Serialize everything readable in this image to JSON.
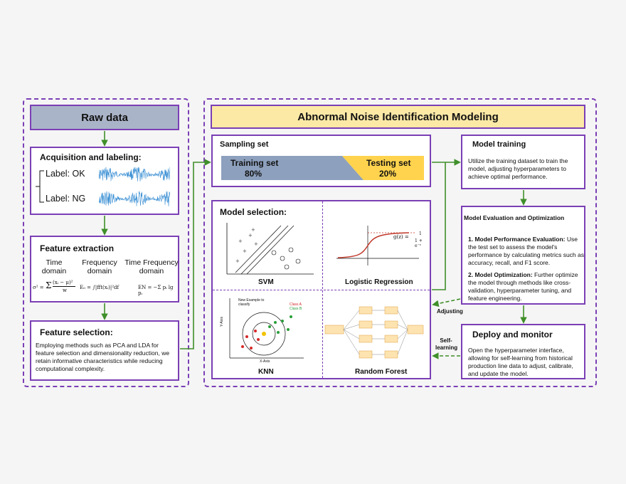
{
  "left": {
    "raw_data_title": "Raw data",
    "acquisition": {
      "title": "Acquisition and labeling:",
      "label_ok": "Label:  OK",
      "label_ng": "Label:  NG"
    },
    "feature_extraction": {
      "title": "Feature extraction",
      "col1": "Time domain",
      "col2": "Frequency domain",
      "col3": "Time Frequency domain",
      "formula1_lhs": "σ² =",
      "formula1_frac": "(xᵢ − μ)²",
      "formula1_den": "w",
      "formula2": "E₀ = ∫|fft(xᵢ)|²df",
      "formula3": "EN = −Σ pᵢ lg pᵢ"
    },
    "feature_selection": {
      "title": "Feature selection:",
      "text": "Employing methods such as PCA and LDA for feature selection and dimensionality reduction, we retain informative characteristics while reducing computational complexity."
    }
  },
  "right": {
    "title": "Abnormal Noise Identification Modeling",
    "sampling": {
      "title": "Sampling set",
      "training_label": "Training set",
      "training_pct": "80%",
      "testing_label": "Testing set",
      "testing_pct": "20%"
    },
    "model_selection": {
      "title": "Model selection:",
      "svm": "SVM",
      "logreg": "Logistic Regression",
      "knn": "KNN",
      "rf": "Random Forest",
      "logreg_formula": "g(z) =",
      "logreg_formula_num": "1",
      "logreg_formula_den": "1 + e⁻ᶻ",
      "knn_new_example": "New Example to classify",
      "knn_class_a": "Class A",
      "knn_class_b": "Class B",
      "knn_x_axis": "X-Axis",
      "knn_y_axis": "Y-Axis"
    },
    "model_training": {
      "title": "Model training",
      "text": "Utilize the training dataset to train the model, adjusting hyperparameters to achieve optimal performance."
    },
    "evaluation": {
      "title": "Model Evaluation and Optimization",
      "p1_bold": "1. Model Performance Evaluation:",
      "p1_text": " Use the test set to assess the model's performance by calculating metrics such as accuracy, recall, and F1 score.",
      "p2_bold": "2. Model Optimization:",
      "p2_text": " Further optimize the model through methods like cross-validation, hyperparameter tuning, and feature engineering."
    },
    "deploy": {
      "title": "Deploy and monitor",
      "text": "Open the hyperparameter interface, allowing for self-learning from historical production line data to adjust, calibrate, and update the model."
    },
    "adjusting_label": "Adjusting",
    "self_learning_label": "Self-learning"
  },
  "colors": {
    "border_purple": "#7b3fb5",
    "arrow_green": "#3f8f2a",
    "raw_header": "#aab4c9",
    "right_header": "#fce9a6",
    "training_fill": "#8da0bd",
    "testing_fill": "#ffd34d",
    "signal_blue": "#3a8fd4"
  }
}
